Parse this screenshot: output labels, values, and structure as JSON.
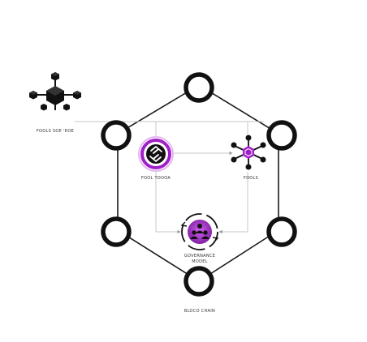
{
  "colors": {
    "background": "#ffffff",
    "hexagon_stroke": "#1a1a1a",
    "node_ring": "#111111",
    "connector": "#bdbdbd",
    "accent": "#a020c8",
    "accent_dark": "#6a0f8a"
  },
  "nodes": {
    "tools_source": {
      "label": "FOOLS SOE 'ROE",
      "icon": "cube-network-icon"
    },
    "tool_token": {
      "label": "FOOL TOOOA",
      "icon": "token-ring-icon"
    },
    "tools": {
      "label": "FOOLS",
      "icon": "hub-network-icon"
    },
    "governance": {
      "label_line1": "GOVERNANCE",
      "label_line2": "MODEL",
      "icon": "community-cycle-icon"
    },
    "blockchain": {
      "label": "BLOCO CHAIN"
    }
  },
  "hexagon": {
    "ring_count": 6
  }
}
